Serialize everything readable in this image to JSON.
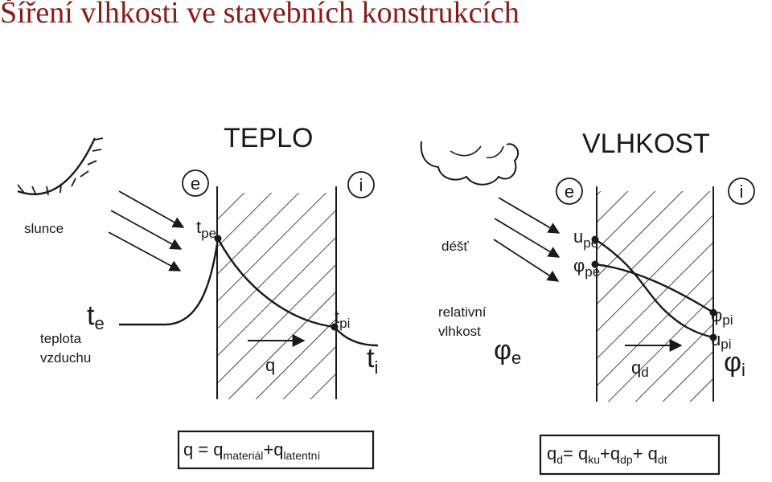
{
  "slide": {
    "title": "Šíření vlhkosti ve stavebních konstrukcích"
  },
  "heat_panel": {
    "heading": "TEPLO",
    "circle_exterior": "e",
    "circle_interior": "i",
    "sun_label": "slunce",
    "te_main": "t",
    "te_sub": "e",
    "air_label_1": "teplota",
    "air_label_2": "vzduchu",
    "tpe_main": "t",
    "tpe_sub": "pe",
    "tpi_main": "t",
    "tpi_sub": "pi",
    "ti_main": "t",
    "ti_sub": "i",
    "flow_label": "q",
    "formula": {
      "lhs": "q = q",
      "sub1": "materiál",
      "plus": "+q",
      "sub2": "latentní"
    }
  },
  "moisture_panel": {
    "heading": "VLHKOST",
    "circle_exterior": "e",
    "circle_interior": "i",
    "rain_label": "déšť",
    "upe_main": "u",
    "upe_sub": "pe",
    "phipe_main": "φ",
    "phipe_sub": "pe",
    "phipi_main": "φ",
    "phipi_sub": "pi",
    "upi_main": "u",
    "upi_sub": "pi",
    "phii_main": "φ",
    "phii_sub": "i",
    "rh_label_1": "relativní",
    "rh_label_2": "vlhkost",
    "phie_main": "φ",
    "phie_sub": "e",
    "flow_main": "q",
    "flow_sub": "d",
    "formula": {
      "lhs": "q",
      "lhs_sub": "d",
      "eq": "= q",
      "sub1": "ku",
      "p1": "+q",
      "sub2": "dp",
      "p2": "+ q",
      "sub3": "dt"
    }
  }
}
